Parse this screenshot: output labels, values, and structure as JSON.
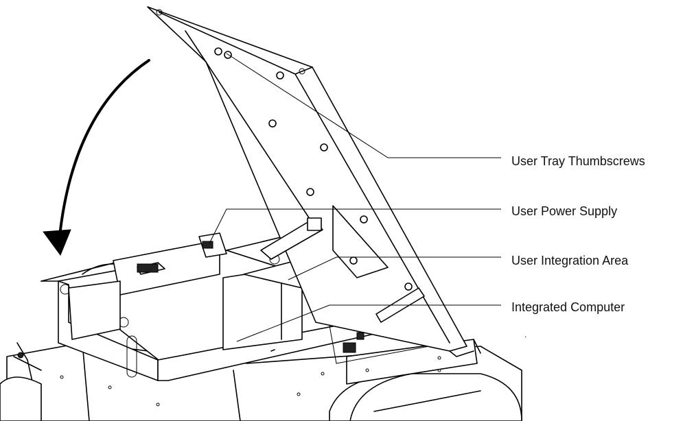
{
  "callouts": {
    "thumbscrews": "User Tray Thumbscrews",
    "power_supply": "User Power Supply",
    "integration_area": "User Integration Area",
    "computer": "Integrated Computer",
    "stray_mark": "."
  },
  "colors": {
    "line": "#000000",
    "background": "#ffffff",
    "text": "#111111"
  }
}
